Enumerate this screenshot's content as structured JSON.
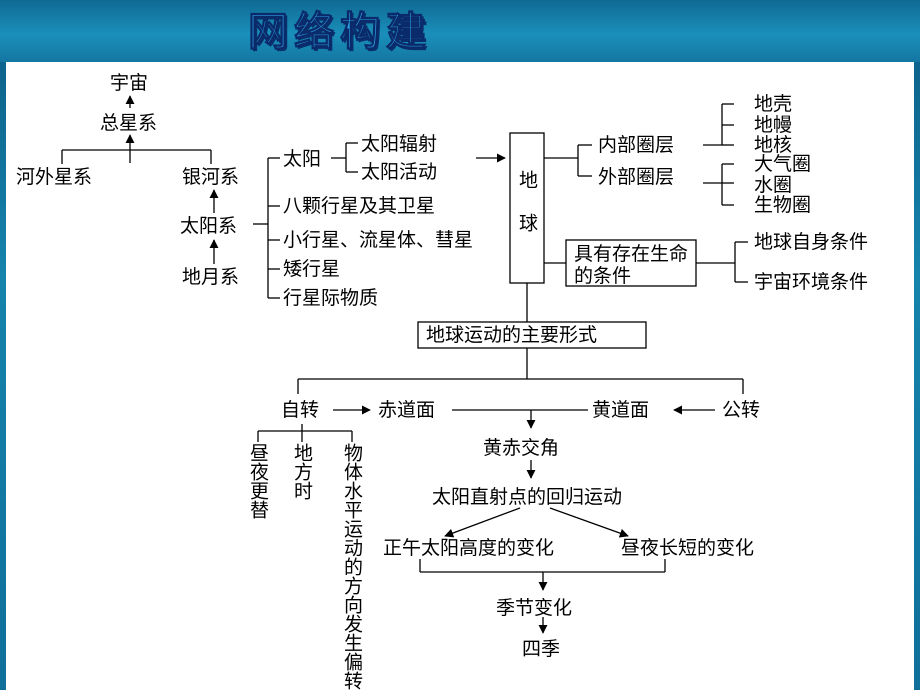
{
  "title": "网络构建",
  "nodes": {
    "yuzhou": "宇宙",
    "zongxingxi": "总星系",
    "hewaixingxi": "河外星系",
    "yinhexi": "银河系",
    "taiyangxi": "太阳系",
    "diyuexi": "地月系",
    "taiyang": "太阳",
    "taiyang_fushe": "太阳辐射",
    "taiyang_huodong": "太阳活动",
    "bake_xingxing": "八颗行星及其卫星",
    "xiaoxingxing": "小行星、流星体、彗星",
    "aixingxing": "矮行星",
    "xingji_wuzhi": "行星际物质",
    "diqiu": "地球",
    "neibu_quanceng": "内部圈层",
    "waibu_quanceng": "外部圈层",
    "diqiao": "地壳",
    "diman": "地幔",
    "dihe": "地核",
    "daqiquan": "大气圈",
    "shuiquan": "水圈",
    "shengwuquan": "生物圈",
    "shengming_tiaojian": "具有存在生命的条件",
    "diqiu_zishen": "地球自身条件",
    "yuzhou_huanjing": "宇宙环境条件",
    "yundong_xingshi": "地球运动的主要形式",
    "zizhuan": "自转",
    "chidaomian": "赤道面",
    "huangdaomian": "黄道面",
    "gongzhuan": "公转",
    "zhouye_gengti": "昼夜更替",
    "difangshi": "地方时",
    "wuti_pianxiang": "物体水平运动的方向发生偏转",
    "huangchi_jiaojiao": "黄赤交角",
    "zhishedian": "太阳直射点的回归运动",
    "zhengwu_gaodu": "正午太阳高度的变化",
    "zhouye_changduan": "昼夜长短的变化",
    "jijie_bianhua": "季节变化",
    "siji": "四季"
  },
  "colors": {
    "title_fill": "#2d9ee0",
    "background": "#1684ad",
    "panel": "#ffffff",
    "ink": "#000000"
  }
}
